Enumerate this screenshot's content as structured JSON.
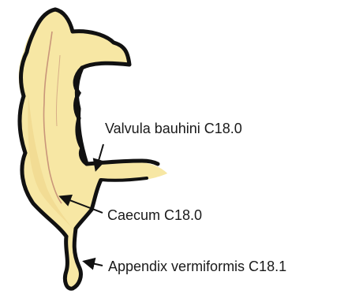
{
  "labels": {
    "valvula": "Valvula bauhini C18.0",
    "caecum": "Caecum C18.0",
    "appendix": "Appendix vermiformis C18.1"
  },
  "colors": {
    "fill": "#f7e7a4",
    "fill_shadow": "#efd58a",
    "outline": "#111111",
    "vessel": "#c9967a",
    "text": "#1a1a1a"
  }
}
